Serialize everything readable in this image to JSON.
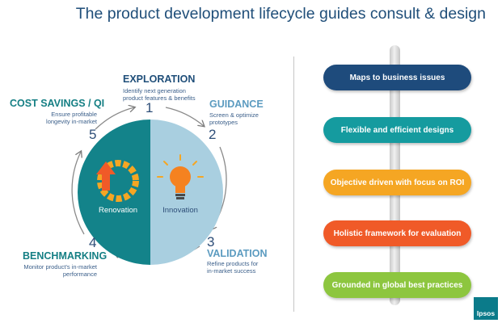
{
  "title": "The product development lifecycle guides consult & design",
  "stages": [
    {
      "number": "1",
      "name": "EXPLORATION",
      "desc_lines": [
        "Identify next generation",
        "product features & benefits"
      ]
    },
    {
      "number": "2",
      "name": "GUIDANCE",
      "desc_lines": [
        "Screen & optimize",
        "prototypes"
      ]
    },
    {
      "number": "3",
      "name": "VALIDATION",
      "desc_lines": [
        "Refine products for",
        "in-market success"
      ]
    },
    {
      "number": "4",
      "name": "BENCHMARKING",
      "desc_lines": [
        "Monitor product's in-market",
        "performance"
      ]
    },
    {
      "number": "5",
      "name": "COST SAVINGS / QI",
      "desc_lines": [
        "Ensure profitable",
        "longevity in-market"
      ]
    }
  ],
  "circle": {
    "left_label": "Renovation",
    "right_label": "Innovation",
    "left_color": "#13838a",
    "right_color": "#a9cfe0"
  },
  "benefits": [
    {
      "label": "Maps to business issues",
      "color": "#1e4b7c"
    },
    {
      "label": "Flexible and efficient designs",
      "color": "#159b9f"
    },
    {
      "label": "Objective driven with focus on ROI",
      "color": "#f5a623"
    },
    {
      "label": "Holistic framework for evaluation",
      "color": "#f05a28"
    },
    {
      "label": "Grounded in global best practices",
      "color": "#8dc63f"
    }
  ],
  "logo": {
    "text": "Ipsos",
    "color": "#0b7b8a"
  },
  "icons": [
    "recycle-arrow-icon",
    "lightbulb-icon"
  ]
}
